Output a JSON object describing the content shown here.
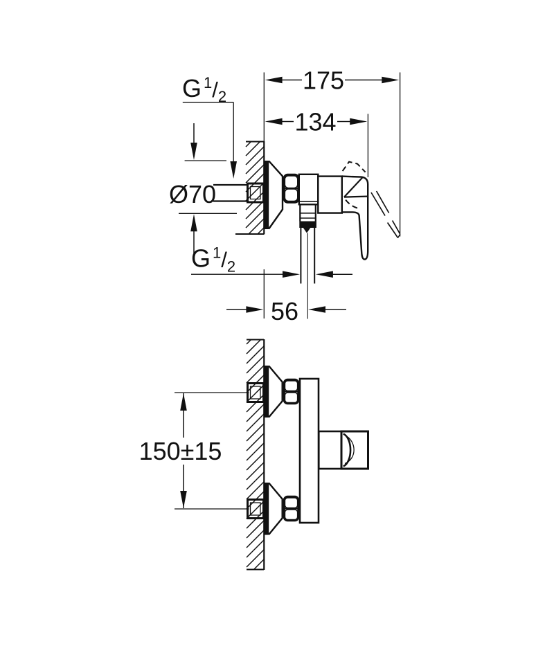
{
  "drawing": {
    "side_view": {
      "dim_total_projection": "175",
      "dim_body_projection": "134",
      "dim_escutcheon_diameter": "Ø70",
      "dim_outlet_offset": "56",
      "thread_inlet": {
        "symbol": "G",
        "numerator": "1",
        "slash": "/",
        "denominator": "2"
      },
      "thread_outlet": {
        "symbol": "G",
        "numerator": "1",
        "slash": "/",
        "denominator": "2"
      }
    },
    "front_view": {
      "dim_connection_centers": "150±15"
    },
    "colors": {
      "ink": "#111111",
      "paper": "#ffffff"
    }
  }
}
